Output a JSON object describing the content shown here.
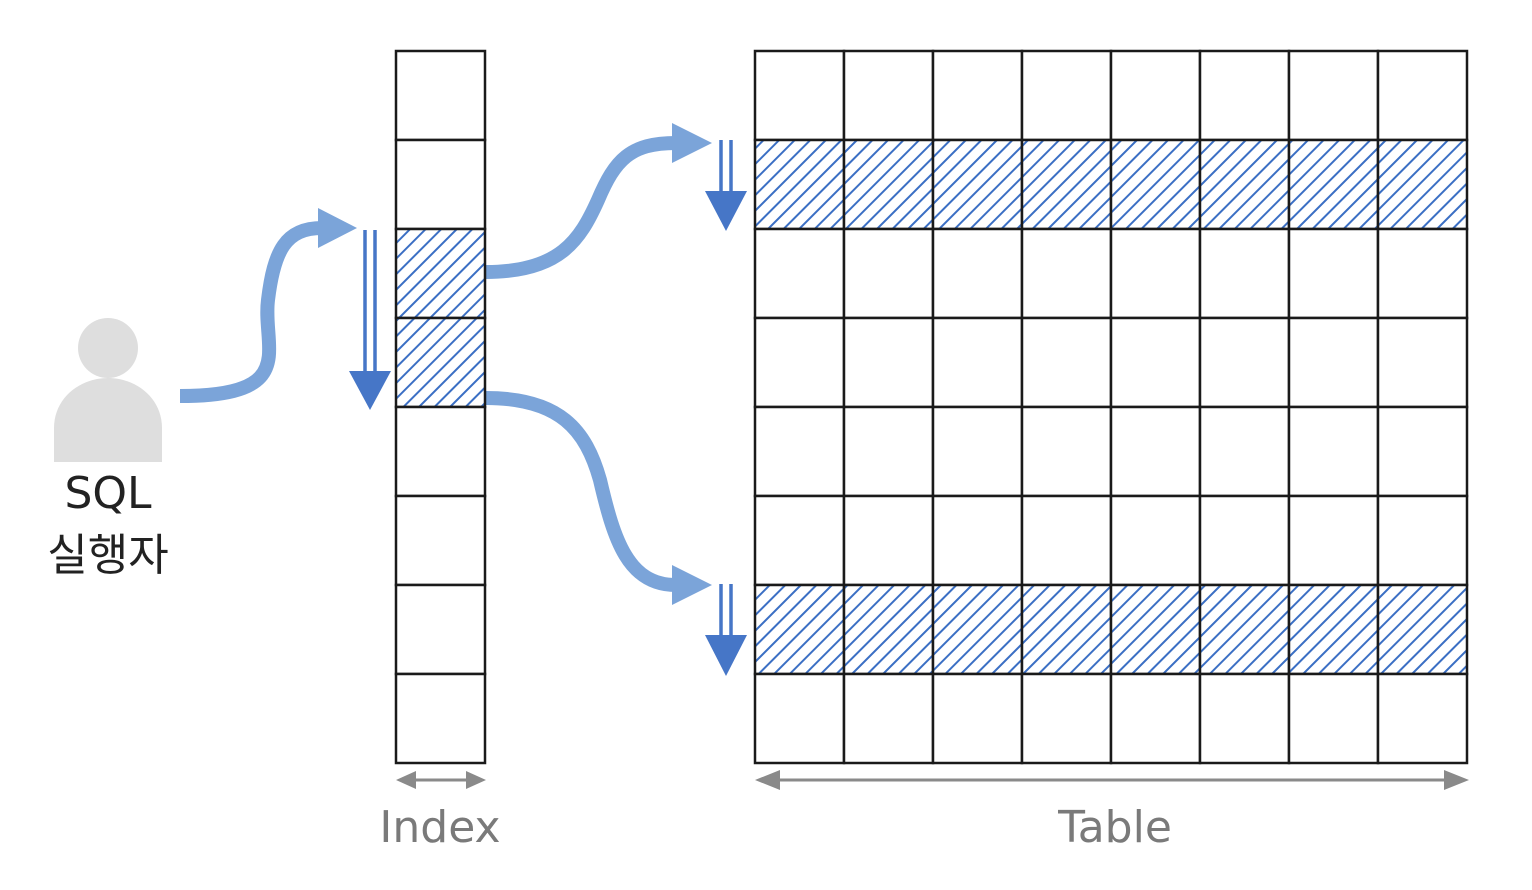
{
  "labels": {
    "sql": "SQL",
    "actor": "실행자",
    "index": "Index",
    "table": "Table"
  },
  "index": {
    "rows": 8,
    "highlighted_rows": [
      2,
      3
    ]
  },
  "table": {
    "rows": 8,
    "columns": 8,
    "highlighted_rows": [
      1,
      6
    ]
  },
  "colors": {
    "grid_line": "#1a1a1a",
    "hatch": "#3b6fc4",
    "flow_arrow": "#7ba4d9",
    "scan_arrow": "#4676c7",
    "dimension_arrow": "#8a8a8a",
    "person": "#dedede",
    "label_dark": "#222222",
    "label_gray": "#7a7a7a"
  },
  "icons": {
    "actor": "person-icon"
  }
}
